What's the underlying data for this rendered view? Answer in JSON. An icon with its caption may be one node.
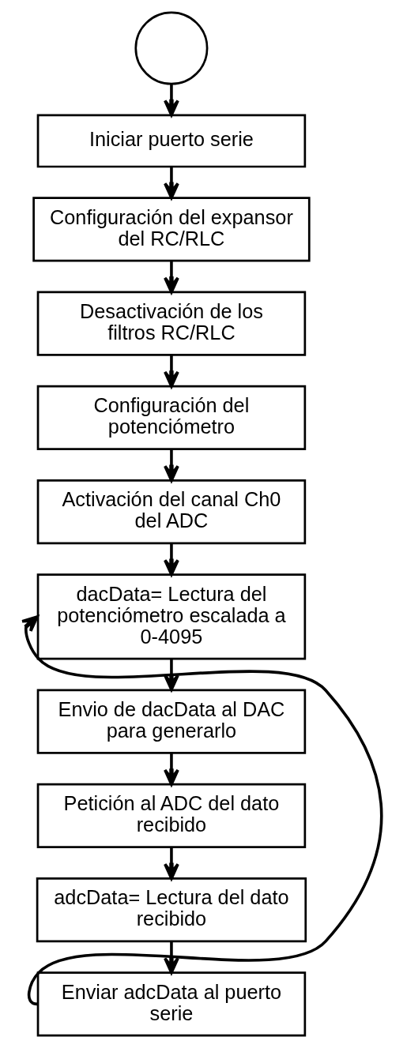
{
  "diagram": {
    "nodes": [
      {
        "text": [],
        "shape": "circle"
      },
      {
        "text": [
          "Iniciar puerto serie"
        ]
      },
      {
        "text": [
          "Configuración del expansor del RC/RLC"
        ]
      },
      {
        "text": [
          "Desactivación de los filtros RC/RLC"
        ]
      },
      {
        "text": [
          "Configuración del potenciómetro"
        ]
      },
      {
        "text": [
          "Activación del canal Ch0 del ADC"
        ]
      },
      {
        "text": [
          "dacData= Lectura del potenciómetro escalada a 0-4095"
        ]
      },
      {
        "text": [
          "Envio de dacData al DAC para generarlo"
        ]
      },
      {
        "text": [
          "Petición al ADC del dato recibido"
        ]
      },
      {
        "text": [
          "adcData= Lectura del dato recibido"
        ]
      },
      {
        "text": [
          "Enviar adcData al puerto serie"
        ]
      }
    ],
    "edges": [
      {
        "from": 0,
        "to": 1,
        "arrow": "to"
      },
      {
        "from": 1,
        "to": 2,
        "arrow": "to"
      },
      {
        "from": 2,
        "to": 3,
        "arrow": "to"
      },
      {
        "from": 3,
        "to": 4,
        "arrow": "to"
      },
      {
        "from": 4,
        "to": 5,
        "arrow": "to"
      },
      {
        "from": 5,
        "to": 6,
        "arrow": "to"
      },
      {
        "from": 6,
        "to": 7,
        "arrow": "to"
      },
      {
        "from": 7,
        "to": 8,
        "arrow": "to"
      },
      {
        "from": 8,
        "to": 9,
        "arrow": "to"
      },
      {
        "from": 9,
        "to": 10,
        "arrow": "to"
      },
      {
        "from": 10,
        "to": 6,
        "arrow": "to"
      }
    ]
  }
}
